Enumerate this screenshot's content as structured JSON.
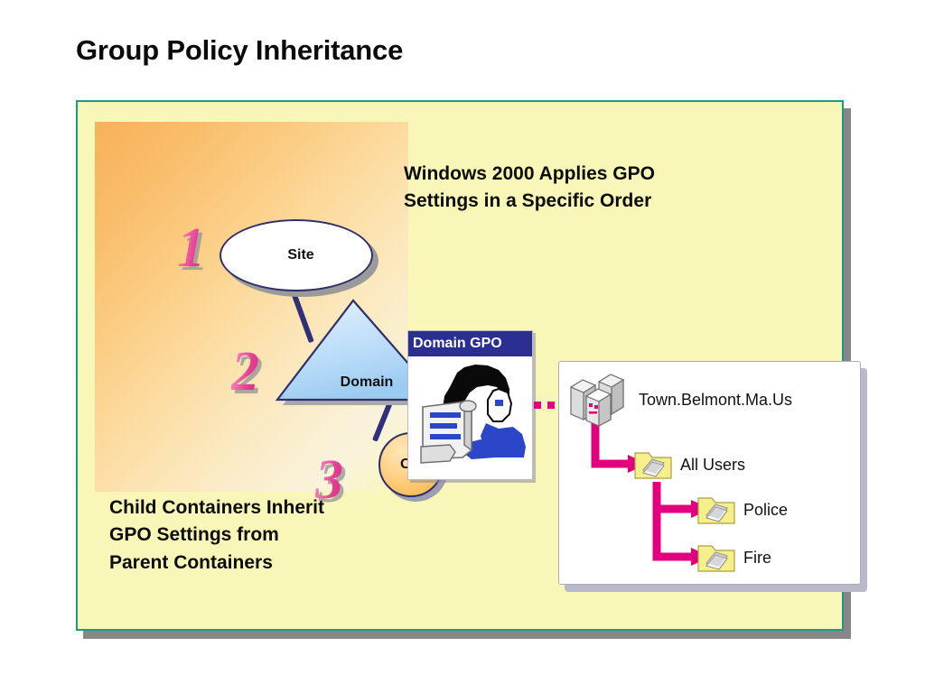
{
  "slide": {
    "title": "Group Policy Inheritance"
  },
  "panel": {
    "headline": "Windows 2000 Applies GPO\nSettings in a Specific Order",
    "caption": "Child Containers Inherit\nGPO Settings from\nParent Containers",
    "border_color": "#159d8c",
    "background_color": "#f9f7b8"
  },
  "order_diagram": {
    "steps": [
      {
        "number": "1",
        "node": "Site"
      },
      {
        "number": "2",
        "node": "Domain"
      },
      {
        "number": "3",
        "node": "OU"
      }
    ],
    "site": {
      "label": "Site",
      "shape": "ellipse",
      "fill": "#ffffff",
      "stroke": "#2f2f6b"
    },
    "domain": {
      "label": "Domain",
      "shape": "triangle",
      "fill": "#bcdcf7",
      "stroke": "#2f2f6b"
    },
    "ou": {
      "label": "OU",
      "shape": "circle",
      "fill": "#fcc46a",
      "stroke": "#2f2f6b"
    },
    "number_color": "#e33f92"
  },
  "gpo_card": {
    "title": "Domain GPO",
    "titlebar_color": "#2b2f92",
    "icon": "group-policy-icon"
  },
  "ad_tree": {
    "root": {
      "label": "Town.Belmont.Ma.Us",
      "icon": "domain-servers-icon"
    },
    "children": [
      {
        "label": "All Users",
        "icon": "folder-icon"
      },
      {
        "label": "Police",
        "icon": "folder-icon"
      },
      {
        "label": "Fire",
        "icon": "folder-icon"
      }
    ],
    "arrow_color": "#e3007f",
    "link_color": "#e3007f"
  }
}
